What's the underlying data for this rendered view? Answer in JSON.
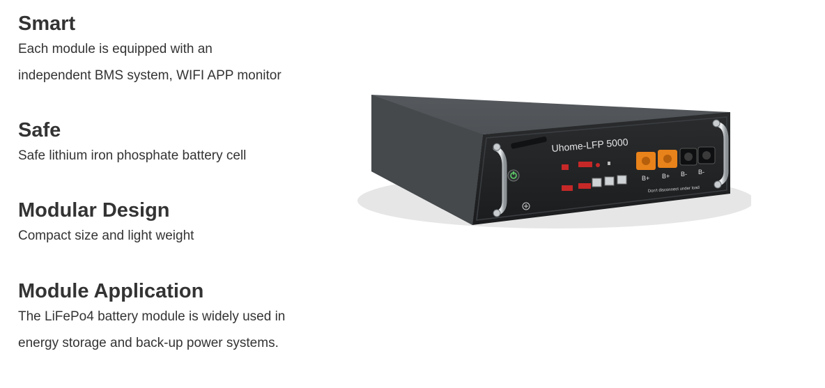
{
  "features": [
    {
      "title": "Smart",
      "lines": [
        "Each module is equipped with an",
        "independent BMS system, WIFI APP monitor"
      ]
    },
    {
      "title": "Safe",
      "lines": [
        "Safe lithium iron phosphate battery cell"
      ]
    },
    {
      "title": "Modular Design",
      "lines": [
        "Compact size and light weight"
      ]
    },
    {
      "title": "Module Application",
      "lines": [
        "The LiFePo4 battery module is widely used in",
        "energy storage and back-up power systems."
      ]
    }
  ],
  "product": {
    "model_label": "Uhome-LFP 5000",
    "terminal_labels": [
      "B+",
      "B+",
      "B-",
      "B-"
    ],
    "warning_text": "Don't disconnect under load",
    "colors": {
      "body": "#3a3d40",
      "panel": "#1f2123",
      "terminal": "#e8821a"
    }
  }
}
